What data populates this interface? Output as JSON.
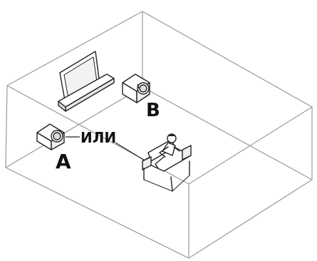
{
  "diagram": {
    "labels": {
      "position_a": "A",
      "position_b": "B",
      "or": "ИЛИ"
    },
    "icons": [
      "tv-icon",
      "soundbar-icon",
      "subwoofer-icon",
      "person-on-couch-icon"
    ],
    "colors": {
      "line": "#222222",
      "wall_line": "#9a9a9a",
      "fill": "#ffffff",
      "shade": "#e6e6e6"
    }
  }
}
